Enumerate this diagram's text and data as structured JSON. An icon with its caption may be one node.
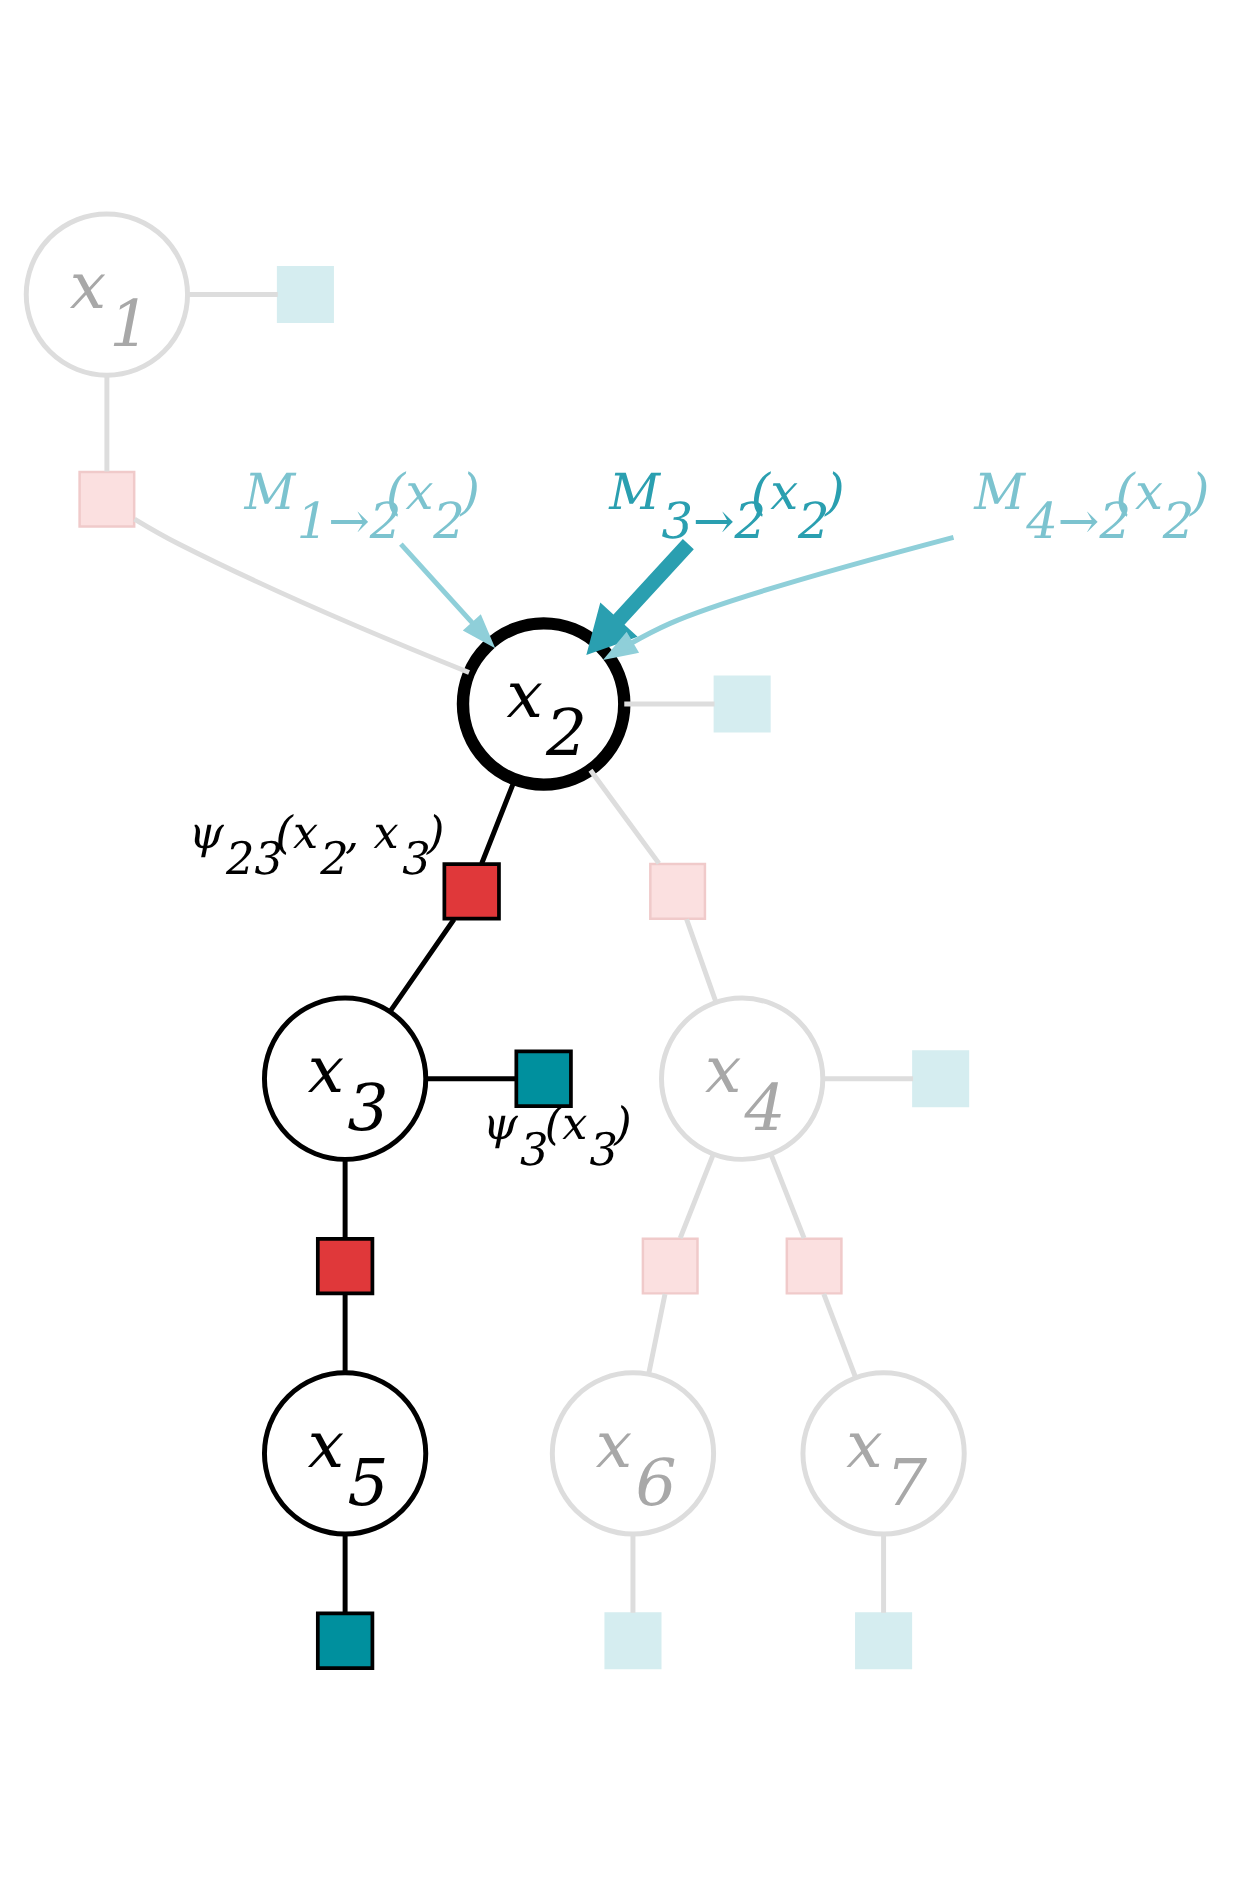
{
  "diagram": {
    "nodes": [
      {
        "text": [
          "x$_{1}$"
        ]
      },
      {
        "text": [],
        "shape": "box"
      },
      {
        "text": [],
        "shape": "box"
      },
      {
        "text": [
          "x$_{2}$"
        ]
      },
      {
        "text": [],
        "shape": "box"
      },
      {
        "text": [],
        "shape": "box",
        "beside": [
          "ψ$_{23}$(x$_{2}$, x$_{3}$)"
        ]
      },
      {
        "text": [],
        "shape": "box"
      },
      {
        "text": [
          "x$_{3}$"
        ]
      },
      {
        "text": [],
        "shape": "box",
        "beside": [
          "ψ$_{3}$(x$_{3}$)"
        ]
      },
      {
        "text": [
          "x$_{4}$"
        ]
      },
      {
        "text": [],
        "shape": "box"
      },
      {
        "text": [],
        "shape": "box"
      },
      {
        "text": [],
        "shape": "box"
      },
      {
        "text": [],
        "shape": "box"
      },
      {
        "text": [
          "x$_{5}$"
        ]
      },
      {
        "text": [
          "x$_{6}$"
        ]
      },
      {
        "text": [
          "x$_{7}$"
        ]
      },
      {
        "text": [],
        "shape": "box"
      },
      {
        "text": [],
        "shape": "box"
      },
      {
        "text": [],
        "shape": "box"
      },
      {
        "text": [
          "M$_{1→2}$(x$_{2}$)"
        ]
      },
      {
        "text": [
          "M$_{3→2}$(x$_{2}$)"
        ]
      },
      {
        "text": [
          "M$_{4→2}$(x$_{2}$)"
        ]
      }
    ],
    "edges": [
      {
        "from": 0,
        "to": 1,
        "arrow": "none"
      },
      {
        "from": 0,
        "to": 2,
        "arrow": "none"
      },
      {
        "from": 2,
        "to": 3,
        "arrow": "none"
      },
      {
        "from": 3,
        "to": 4,
        "arrow": "none"
      },
      {
        "from": 3,
        "to": 5,
        "arrow": "none",
        "color": "#000000"
      },
      {
        "from": 3,
        "to": 6,
        "arrow": "none"
      },
      {
        "from": 5,
        "to": 7,
        "arrow": "none",
        "color": "#000000"
      },
      {
        "from": 6,
        "to": 9,
        "arrow": "none"
      },
      {
        "from": 7,
        "to": 8,
        "arrow": "none",
        "color": "#000000"
      },
      {
        "from": 7,
        "to": 11,
        "arrow": "none",
        "color": "#000000"
      },
      {
        "from": 9,
        "to": 10,
        "arrow": "none"
      },
      {
        "from": 11,
        "to": 14,
        "arrow": "none",
        "color": "#000000"
      },
      {
        "from": 9,
        "to": 12,
        "arrow": "none"
      },
      {
        "from": 9,
        "to": 13,
        "arrow": "none"
      },
      {
        "from": 12,
        "to": 15,
        "arrow": "none"
      },
      {
        "from": 13,
        "to": 16,
        "arrow": "none"
      },
      {
        "from": 14,
        "to": 17,
        "arrow": "none",
        "color": "#000000"
      },
      {
        "from": 15,
        "to": 18,
        "arrow": "none"
      },
      {
        "from": 16,
        "to": 19,
        "arrow": "none"
      },
      {
        "from": 20,
        "to": 3,
        "arrow": "to",
        "color": "#8fcfd9"
      },
      {
        "from": 21,
        "to": 3,
        "arrow": "to",
        "style": "thick",
        "color": "#2a9fb0"
      },
      {
        "from": 22,
        "to": 3,
        "arrow": "to",
        "color": "#8fcfd9"
      }
    ]
  }
}
